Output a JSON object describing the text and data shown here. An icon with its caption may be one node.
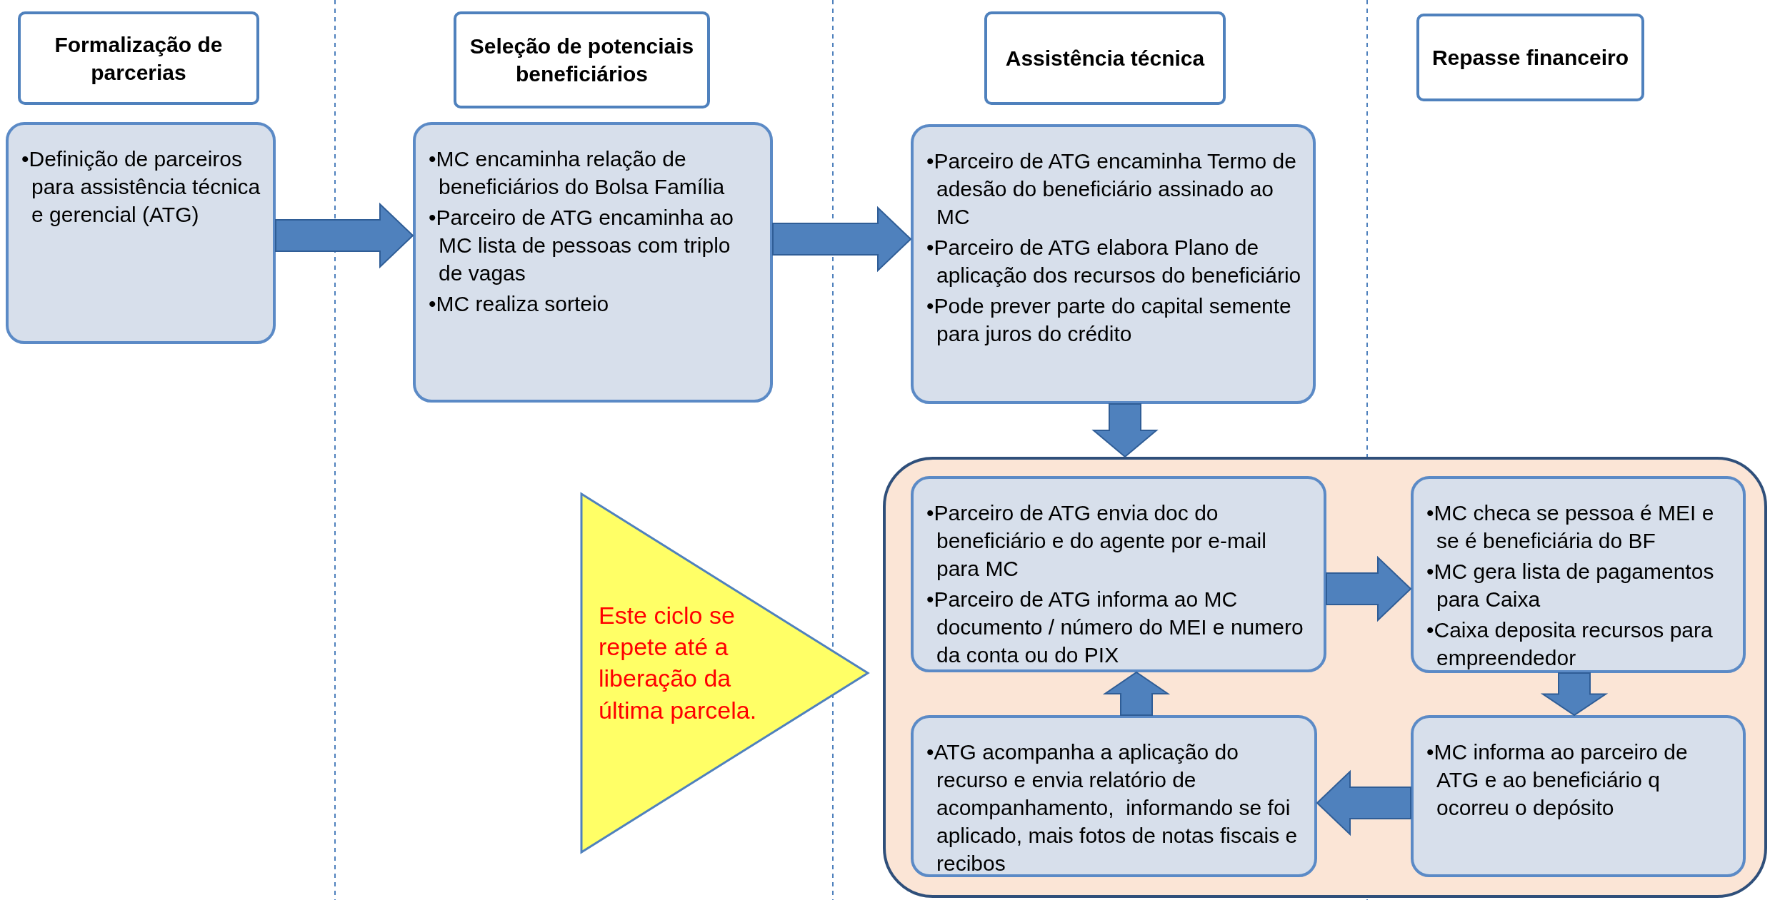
{
  "diagram": {
    "nodes": [
      {
        "text": [
          "Formalização de parcerias"
        ]
      },
      {
        "text": [
          "Seleção de potenciais beneficiários"
        ]
      },
      {
        "text": [
          "Assistência técnica"
        ]
      },
      {
        "text": [
          "Repasse financeiro"
        ]
      },
      {
        "text": [
          "•Definição de parceiros para assistência técnica e gerencial (ATG)"
        ]
      },
      {
        "text": [
          "•MC encaminha relação de beneficiários do Bolsa Família",
          "•Parceiro de ATG encaminha ao MC lista de pessoas com triplo de vagas",
          "•MC realiza sorteio"
        ]
      },
      {
        "text": [
          "•Parceiro de ATG encaminha Termo de adesão do beneficiário assinado ao MC",
          "•Parceiro de ATG elabora Plano de aplicação dos recursos do beneficiário",
          "•Pode prever parte do capital semente para juros do crédito"
        ]
      },
      {
        "text": [],
        "shape": "box"
      },
      {
        "text": [
          "•Parceiro de ATG envia doc do beneficiário e do agente por e-mail para MC",
          "•Parceiro de ATG informa ao MC documento / número do MEI e numero da conta ou do PIX"
        ],
        "in": 7
      },
      {
        "text": [
          "•MC checa se pessoa é MEI e se é beneficiária do BF",
          "•MC gera lista de pagamentos para Caixa",
          "•Caixa deposita recursos para empreendedor"
        ],
        "in": 7
      },
      {
        "text": [
          "•ATG acompanha a aplicação do recurso e envia relatório de acompanhamento,  informando se foi aplicado, mais fotos de notas fiscais e recibos"
        ],
        "in": 7
      },
      {
        "text": [
          "•MC informa ao parceiro de ATG e ao beneficiário q ocorreu o depósito"
        ],
        "in": 7
      },
      {
        "text": [
          "Este ciclo se repete até a liberação da última parcela."
        ]
      }
    ],
    "edges": [
      {
        "from": 4,
        "to": 5,
        "arrow": "to"
      },
      {
        "from": 5,
        "to": 6,
        "arrow": "to"
      },
      {
        "from": 6,
        "to": 7,
        "arrow": "to"
      },
      {
        "from": 8,
        "to": 9,
        "arrow": "to"
      },
      {
        "from": 9,
        "to": 11,
        "arrow": "to"
      },
      {
        "from": 11,
        "to": 10,
        "arrow": "to"
      },
      {
        "from": 10,
        "to": 8,
        "arrow": "to"
      }
    ]
  }
}
